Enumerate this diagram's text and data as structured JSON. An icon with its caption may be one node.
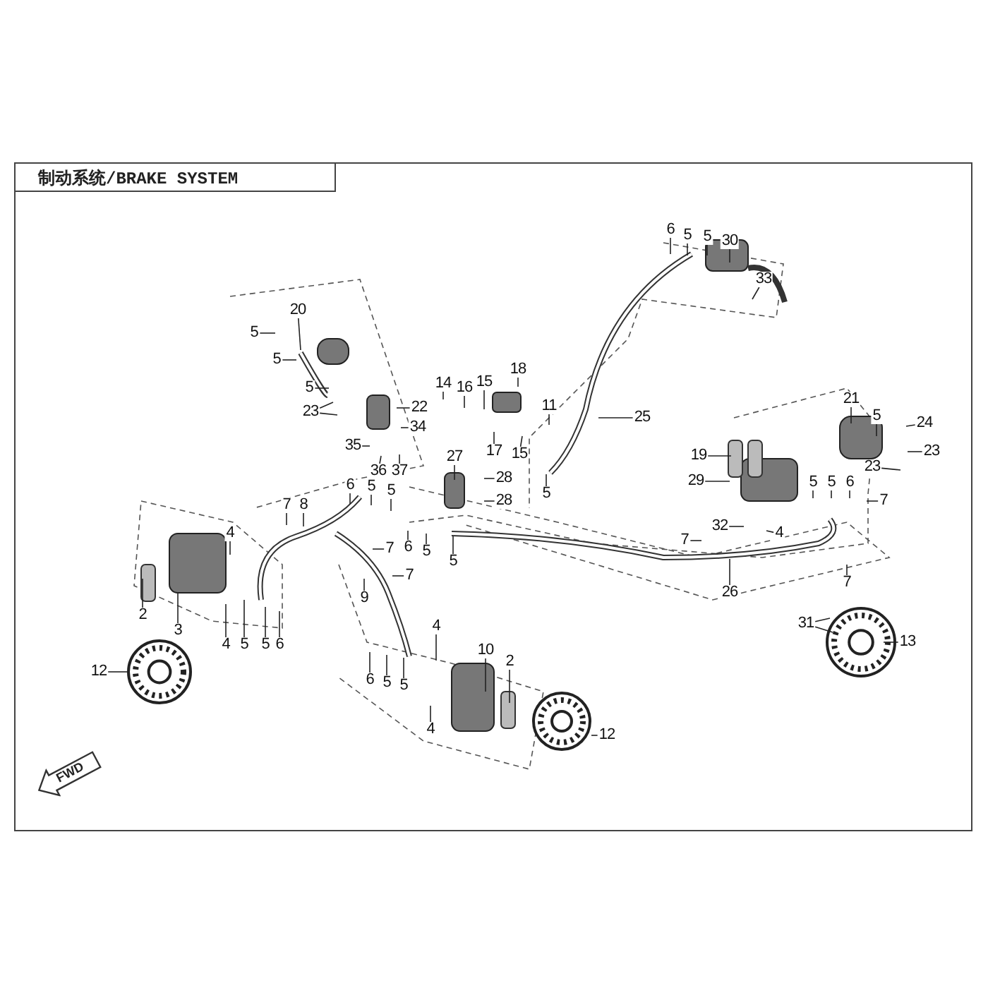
{
  "diagram": {
    "title": "制动系统/BRAKE SYSTEM",
    "nodes": [
      {
        "text": [
          "20"
        ]
      },
      {
        "text": [
          "5"
        ]
      },
      {
        "text": [
          "5"
        ]
      },
      {
        "text": [
          "5"
        ]
      },
      {
        "text": [
          "23"
        ]
      },
      {
        "text": [
          "22"
        ]
      },
      {
        "text": [
          "14"
        ]
      },
      {
        "text": [
          "16"
        ]
      },
      {
        "text": [
          "15"
        ]
      },
      {
        "text": [
          "18"
        ]
      },
      {
        "text": [
          "11"
        ]
      },
      {
        "text": [
          "34"
        ]
      },
      {
        "text": [
          "35"
        ]
      },
      {
        "text": [
          "17"
        ]
      },
      {
        "text": [
          "15"
        ]
      },
      {
        "text": [
          "36"
        ]
      },
      {
        "text": [
          "37"
        ]
      },
      {
        "text": [
          "27"
        ]
      },
      {
        "text": [
          "28"
        ]
      },
      {
        "text": [
          "28"
        ]
      },
      {
        "text": [
          "6"
        ]
      },
      {
        "text": [
          "5"
        ]
      },
      {
        "text": [
          "5"
        ]
      },
      {
        "text": [
          "5"
        ]
      },
      {
        "text": [
          "6"
        ]
      },
      {
        "text": [
          "5"
        ]
      },
      {
        "text": [
          "5"
        ]
      },
      {
        "text": [
          "30"
        ]
      },
      {
        "text": [
          "33"
        ]
      },
      {
        "text": [
          "25"
        ]
      },
      {
        "text": [
          "21"
        ]
      },
      {
        "text": [
          "5"
        ]
      },
      {
        "text": [
          "24"
        ]
      },
      {
        "text": [
          "23"
        ]
      },
      {
        "text": [
          "19"
        ]
      },
      {
        "text": [
          "23"
        ]
      },
      {
        "text": [
          "29"
        ]
      },
      {
        "text": [
          "5"
        ]
      },
      {
        "text": [
          "5"
        ]
      },
      {
        "text": [
          "6"
        ]
      },
      {
        "text": [
          "7"
        ]
      },
      {
        "text": [
          "7"
        ]
      },
      {
        "text": [
          "8"
        ]
      },
      {
        "text": [
          "32"
        ]
      },
      {
        "text": [
          "4"
        ]
      },
      {
        "text": [
          "4"
        ]
      },
      {
        "text": [
          "7"
        ]
      },
      {
        "text": [
          "6"
        ]
      },
      {
        "text": [
          "5"
        ]
      },
      {
        "text": [
          "7"
        ]
      },
      {
        "text": [
          "5"
        ]
      },
      {
        "text": [
          "7"
        ]
      },
      {
        "text": [
          "7"
        ]
      },
      {
        "text": [
          "26"
        ]
      },
      {
        "text": [
          "9"
        ]
      },
      {
        "text": [
          "2"
        ]
      },
      {
        "text": [
          "31"
        ]
      },
      {
        "text": [
          "3"
        ]
      },
      {
        "text": [
          "4"
        ]
      },
      {
        "text": [
          "13"
        ]
      },
      {
        "text": [
          "4"
        ]
      },
      {
        "text": [
          "5"
        ]
      },
      {
        "text": [
          "5"
        ]
      },
      {
        "text": [
          "6"
        ]
      },
      {
        "text": [
          "10"
        ]
      },
      {
        "text": [
          "2"
        ]
      },
      {
        "text": [
          "12"
        ]
      },
      {
        "text": [
          "6"
        ]
      },
      {
        "text": [
          "5"
        ]
      },
      {
        "text": [
          "5"
        ]
      },
      {
        "text": [
          "4"
        ]
      },
      {
        "text": [
          "12"
        ]
      },
      {
        "text": [
          "FWD"
        ]
      }
    ],
    "edges": [
      {
        "from": 0,
        "to": null,
        "arrow": "none"
      },
      {
        "from": 1,
        "to": null,
        "arrow": "none"
      },
      {
        "from": 2,
        "to": null,
        "arrow": "none"
      },
      {
        "from": 3,
        "to": null,
        "arrow": "none"
      },
      {
        "from": 4,
        "to": null,
        "arrow": "none"
      },
      {
        "from": 4,
        "to": null,
        "arrow": "none"
      },
      {
        "from": 5,
        "to": null,
        "arrow": "none"
      },
      {
        "from": 6,
        "to": null,
        "arrow": "none"
      },
      {
        "from": 7,
        "to": null,
        "arrow": "none"
      },
      {
        "from": 8,
        "to": null,
        "arrow": "none"
      },
      {
        "from": 9,
        "to": null,
        "arrow": "none"
      },
      {
        "from": 10,
        "to": null,
        "arrow": "none"
      },
      {
        "from": 11,
        "to": null,
        "arrow": "none"
      },
      {
        "from": 12,
        "to": null,
        "arrow": "none"
      },
      {
        "from": 13,
        "to": null,
        "arrow": "none"
      },
      {
        "from": 14,
        "to": null,
        "arrow": "none"
      },
      {
        "from": 15,
        "to": null,
        "arrow": "none"
      },
      {
        "from": 16,
        "to": null,
        "arrow": "none"
      },
      {
        "from": 17,
        "to": null,
        "arrow": "none"
      },
      {
        "from": 18,
        "to": null,
        "arrow": "none"
      },
      {
        "from": 19,
        "to": null,
        "arrow": "none"
      },
      {
        "from": 20,
        "to": null,
        "arrow": "none"
      },
      {
        "from": 21,
        "to": null,
        "arrow": "none"
      },
      {
        "from": 22,
        "to": null,
        "arrow": "none"
      },
      {
        "from": 23,
        "to": null,
        "arrow": "none"
      },
      {
        "from": 24,
        "to": null,
        "arrow": "none"
      },
      {
        "from": 25,
        "to": null,
        "arrow": "none"
      },
      {
        "from": 26,
        "to": null,
        "arrow": "none"
      },
      {
        "from": 27,
        "to": null,
        "arrow": "none"
      },
      {
        "from": 28,
        "to": null,
        "arrow": "none"
      },
      {
        "from": 29,
        "to": null,
        "arrow": "none"
      },
      {
        "from": 30,
        "to": null,
        "arrow": "none"
      },
      {
        "from": 31,
        "to": null,
        "arrow": "none"
      },
      {
        "from": 32,
        "to": null,
        "arrow": "none"
      },
      {
        "from": 33,
        "to": null,
        "arrow": "none"
      },
      {
        "from": 34,
        "to": null,
        "arrow": "none"
      },
      {
        "from": 35,
        "to": null,
        "arrow": "none"
      },
      {
        "from": 36,
        "to": null,
        "arrow": "none"
      },
      {
        "from": 37,
        "to": null,
        "arrow": "none"
      },
      {
        "from": 38,
        "to": null,
        "arrow": "none"
      },
      {
        "from": 39,
        "to": null,
        "arrow": "none"
      },
      {
        "from": 40,
        "to": null,
        "arrow": "none"
      },
      {
        "from": 41,
        "to": null,
        "arrow": "none"
      },
      {
        "from": 42,
        "to": null,
        "arrow": "none"
      },
      {
        "from": 43,
        "to": null,
        "arrow": "none"
      },
      {
        "from": 44,
        "to": null,
        "arrow": "none"
      },
      {
        "from": 45,
        "to": null,
        "arrow": "none"
      },
      {
        "from": 46,
        "to": null,
        "arrow": "none"
      },
      {
        "from": 47,
        "to": null,
        "arrow": "none"
      },
      {
        "from": 48,
        "to": null,
        "arrow": "none"
      },
      {
        "from": 49,
        "to": null,
        "arrow": "none"
      },
      {
        "from": 50,
        "to": null,
        "arrow": "none"
      },
      {
        "from": 51,
        "to": null,
        "arrow": "none"
      },
      {
        "from": 52,
        "to": null,
        "arrow": "none"
      },
      {
        "from": 53,
        "to": null,
        "arrow": "none"
      },
      {
        "from": 54,
        "to": null,
        "arrow": "none"
      },
      {
        "from": 55,
        "to": null,
        "arrow": "none"
      },
      {
        "from": 56,
        "to": null,
        "arrow": "none"
      },
      {
        "from": 56,
        "to": null,
        "arrow": "none"
      },
      {
        "from": 57,
        "to": null,
        "arrow": "none"
      },
      {
        "from": 58,
        "to": null,
        "arrow": "none"
      },
      {
        "from": 59,
        "to": null,
        "arrow": "none"
      },
      {
        "from": 60,
        "to": null,
        "arrow": "none"
      },
      {
        "from": 61,
        "to": null,
        "arrow": "none"
      },
      {
        "from": 62,
        "to": null,
        "arrow": "none"
      },
      {
        "from": 63,
        "to": null,
        "arrow": "none"
      },
      {
        "from": 64,
        "to": null,
        "arrow": "none"
      },
      {
        "from": 65,
        "to": null,
        "arrow": "none"
      },
      {
        "from": 66,
        "to": null,
        "arrow": "none"
      },
      {
        "from": 67,
        "to": null,
        "arrow": "none"
      },
      {
        "from": 68,
        "to": null,
        "arrow": "none"
      },
      {
        "from": 69,
        "to": null,
        "arrow": "none"
      },
      {
        "from": 70,
        "to": null,
        "arrow": "none"
      },
      {
        "from": 71,
        "to": null,
        "arrow": "none"
      }
    ]
  }
}
